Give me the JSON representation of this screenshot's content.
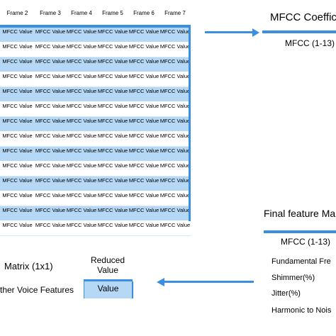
{
  "matrix": {
    "headers": [
      "Frame 2",
      "Frame 3",
      "Frame 4",
      "Frame 5",
      "Frame 6",
      "Frame 7"
    ],
    "cell_text": "MFCC Value",
    "row_count": 14
  },
  "mfcc_panel": {
    "title": "MFCC Coeffici",
    "subtitle": "MFCC (1-13)"
  },
  "final_panel": {
    "title": "Final feature Ma",
    "items": [
      "MFCC (1-13)",
      "Fundamental Fre",
      "Shimmer(%)",
      "Jitter(%)",
      "Harmonic to Nois"
    ]
  },
  "reduced": {
    "matrix_label": "Matrix (1x1)",
    "header": "Reduced Value",
    "value_label": "Value",
    "other_label": "ther Voice Features"
  },
  "colors": {
    "accent": "#3a8fe0",
    "row_fill": "#b4d8f5"
  }
}
